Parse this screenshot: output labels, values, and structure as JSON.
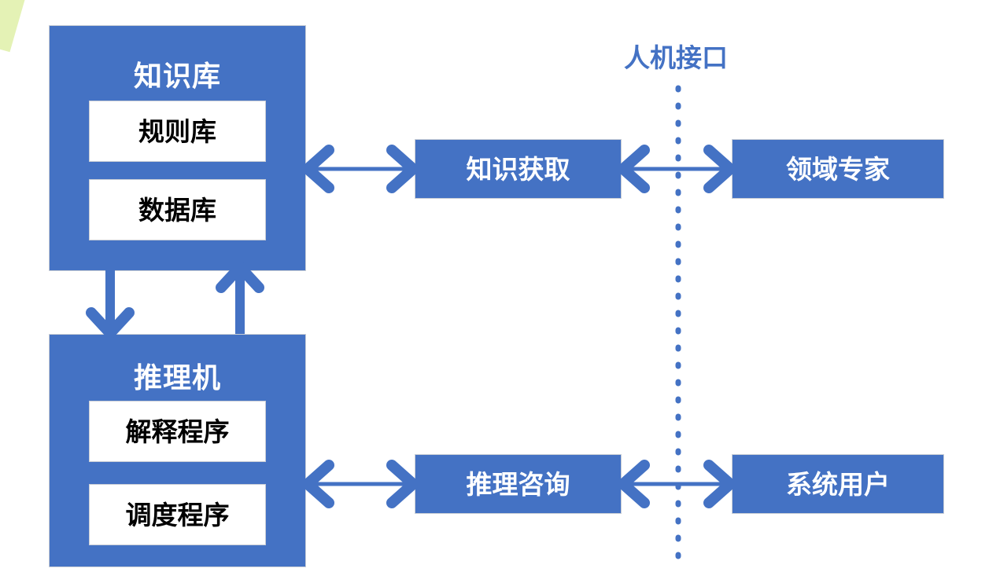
{
  "diagram": {
    "title_semantic": "expert-system-architecture",
    "colors": {
      "primary_blue": "#4472C4",
      "box_border": "#c8cdd5",
      "panel_text": "#ffffff",
      "subbox_text": "#000000",
      "accent_green": "#dff0a8",
      "background": "#ffffff"
    },
    "knowledge_base": {
      "title": "知识库",
      "items": [
        {
          "label": "规则库"
        },
        {
          "label": "数据库"
        }
      ]
    },
    "inference_engine": {
      "title": "推理机",
      "items": [
        {
          "label": "解释程序"
        },
        {
          "label": "调度程序"
        }
      ]
    },
    "middle_column": [
      {
        "label": "知识获取"
      },
      {
        "label": "推理咨询"
      }
    ],
    "right_column": [
      {
        "label": "领域专家"
      },
      {
        "label": "系统用户"
      }
    ],
    "interface_divider": {
      "label": "人机接口",
      "line_style": "dashed-vertical"
    },
    "connectors": [
      {
        "name": "kb-to-knowledge-acquisition",
        "type": "double-arrow",
        "orientation": "horizontal"
      },
      {
        "name": "knowledge-acquisition-to-domain-expert",
        "type": "double-arrow",
        "orientation": "horizontal"
      },
      {
        "name": "inference-engine-to-inference-consult",
        "type": "double-arrow",
        "orientation": "horizontal"
      },
      {
        "name": "inference-consult-to-system-user",
        "type": "double-arrow",
        "orientation": "horizontal"
      },
      {
        "name": "kb-down-to-inference-engine",
        "type": "single-arrow",
        "orientation": "vertical-down"
      },
      {
        "name": "inference-engine-up-to-kb",
        "type": "single-arrow",
        "orientation": "vertical-up"
      }
    ]
  }
}
